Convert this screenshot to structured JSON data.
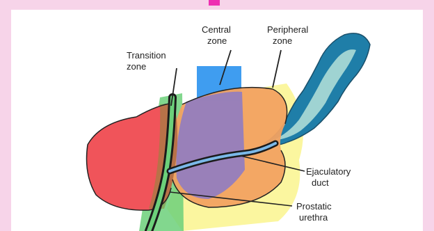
{
  "diagram": {
    "labels": {
      "central_zone": [
        "Central",
        "zone"
      ],
      "peripheral_zone": [
        "Peripheral",
        "zone"
      ],
      "transition_zone": [
        "Transition",
        "zone"
      ],
      "ejaculatory_duct": [
        "Ejaculatory",
        "duct"
      ],
      "prostatic_urethra": [
        "Prostatic",
        "urethra"
      ]
    },
    "colors": {
      "background": "#f7d4e9",
      "accent_mark": "#ee2fb2",
      "bladder": "#f0545a",
      "central_zone": "#8f7cc2",
      "peripheral_zone": "#f2a261",
      "outer_yellow": "#fbf59a",
      "transition_green": "#6cd07a",
      "central_blue": "#3f9df0",
      "seminal_vesicle": "#1f7ea8",
      "vesicle_inner": "#9fd3d2",
      "outline": "#222222"
    }
  }
}
